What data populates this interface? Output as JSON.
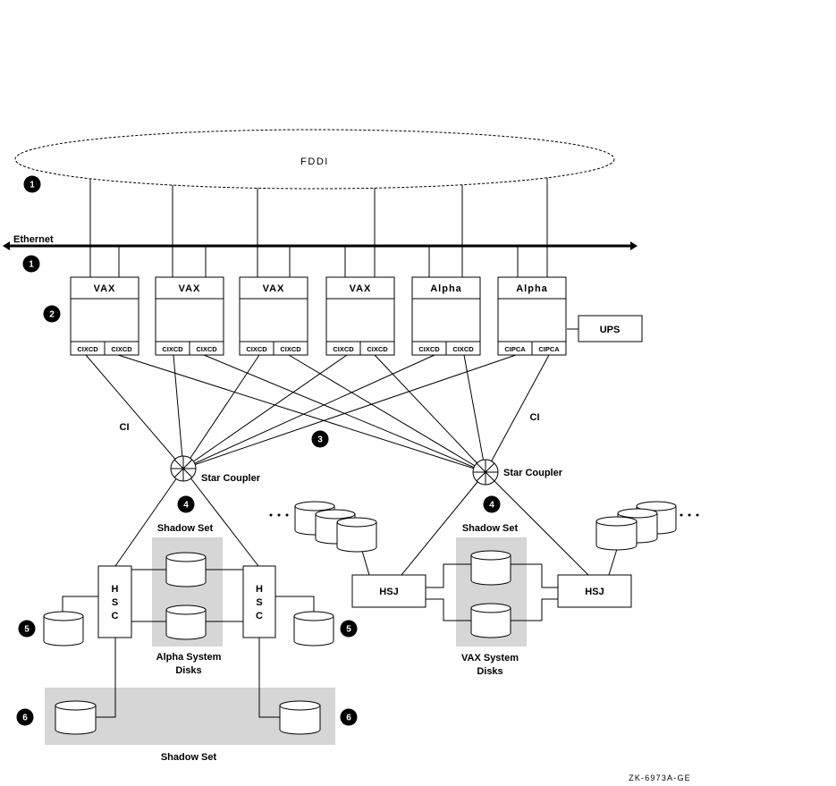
{
  "networks": {
    "fddi_label": "FDDI",
    "ethernet_label": "Ethernet",
    "ci_left_label": "CI",
    "ci_right_label": "CI"
  },
  "nodes": [
    {
      "label": "VAX",
      "adapters": [
        "CIXCD",
        "CIXCD"
      ]
    },
    {
      "label": "VAX",
      "adapters": [
        "CIXCD",
        "CIXCD"
      ]
    },
    {
      "label": "VAX",
      "adapters": [
        "CIXCD",
        "CIXCD"
      ]
    },
    {
      "label": "VAX",
      "adapters": [
        "CIXCD",
        "CIXCD"
      ]
    },
    {
      "label": "Alpha",
      "adapters": [
        "CIXCD",
        "CIXCD"
      ]
    },
    {
      "label": "Alpha",
      "adapters": [
        "CIPCA",
        "CIPCA"
      ]
    }
  ],
  "ups": {
    "label": "UPS"
  },
  "star_couplers": [
    {
      "label": "Star Coupler"
    },
    {
      "label": "Star Coupler"
    }
  ],
  "controllers": {
    "hsc_left": "HSC",
    "hsc_right": "HSC",
    "hsj_left": "HSJ",
    "hsj_right": "HSJ"
  },
  "shadow_sets": {
    "alpha_system": {
      "title": "Shadow Set",
      "caption_line1": "Alpha System",
      "caption_line2": "Disks"
    },
    "vax_system": {
      "title": "Shadow Set",
      "caption_line1": "VAX System",
      "caption_line2": "Disks"
    },
    "hsc_data": {
      "title": "Shadow Set"
    }
  },
  "callouts": [
    "1",
    "1",
    "2",
    "3",
    "4",
    "4",
    "5",
    "5",
    "6",
    "6"
  ],
  "figure": {
    "id_label": "ZK-6973A-GE"
  }
}
